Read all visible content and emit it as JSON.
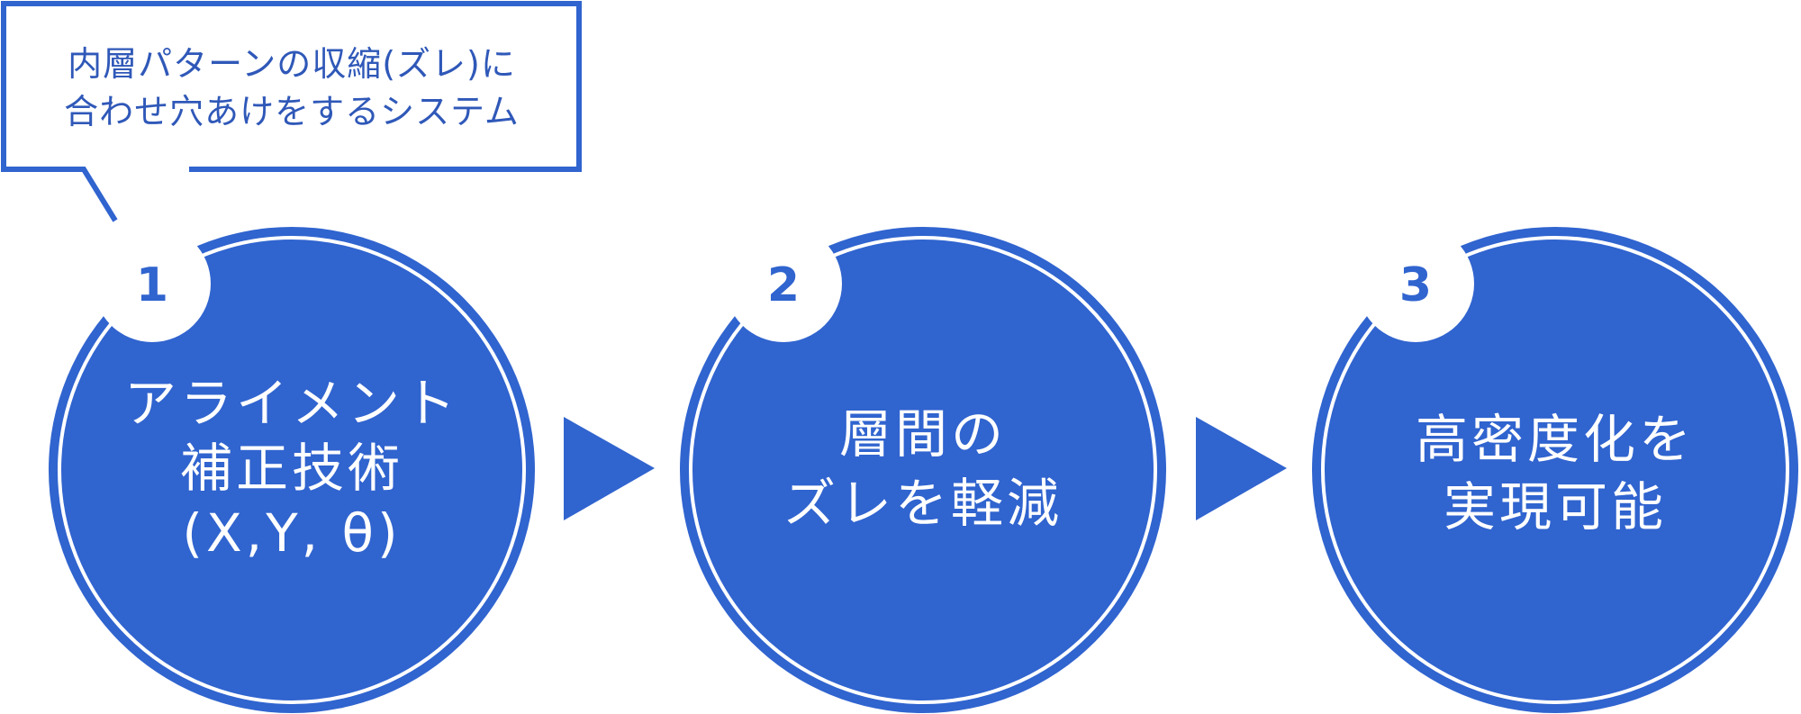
{
  "colors": {
    "accent": "#3064cf",
    "callout_text": "#2f58b8",
    "background": "#ffffff",
    "circle_text": "#ffffff"
  },
  "callout": {
    "lines": [
      "内層パターンの収縮(ズレ)に",
      "合わせ穴あけをするシステム"
    ]
  },
  "steps": [
    {
      "number": "1",
      "lines": [
        "アライメント",
        "補正技術",
        "(X,Y, θ)"
      ]
    },
    {
      "number": "2",
      "lines": [
        "層間の",
        "ズレを軽減"
      ]
    },
    {
      "number": "3",
      "lines": [
        "高密度化を",
        "実現可能"
      ]
    }
  ],
  "arrows": [
    {
      "icon": "triangle-right-icon"
    },
    {
      "icon": "triangle-right-icon"
    }
  ]
}
